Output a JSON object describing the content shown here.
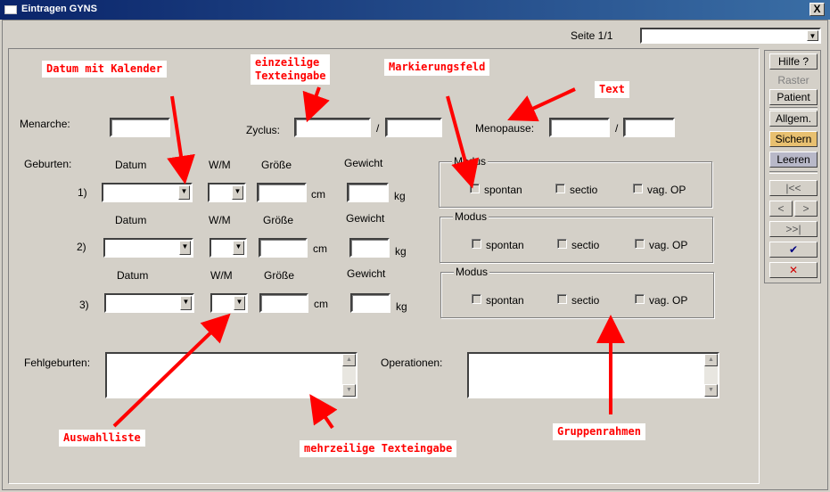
{
  "window": {
    "title": "Eintragen GYNS",
    "close_label": "X"
  },
  "page_indicator": "Seite 1/1",
  "page_select": {
    "value": ""
  },
  "sidebar": {
    "hilfe": "Hilfe ?",
    "raster": "Raster",
    "patient": "Patient",
    "allgem": "Allgem.",
    "sichern": "Sichern",
    "leeren": "Leeren",
    "first": "|<<",
    "prev": "<",
    "next": ">",
    "last": ">>|",
    "ok": "✔",
    "cancel": "✕",
    "colors": {
      "sichern_bg": "#e8c070",
      "leeren_bg": "#b8b8c8",
      "ok_color": "#000080",
      "cancel_color": "#d00000"
    }
  },
  "form": {
    "menarche_label": "Menarche:",
    "zyklus_label": "Zyclus:",
    "zyklus_sep": "/",
    "menopause_label": "Menopause:",
    "menopause_sep": "/",
    "geburten_label": "Geburten:",
    "col_datum": "Datum",
    "col_wm": "W/M",
    "col_groesse": "Größe",
    "col_gewicht": "Gewicht",
    "unit_cm": "cm",
    "unit_kg": "kg",
    "rows": [
      {
        "num": "1)",
        "modus_title": "Modus",
        "opt1": "spontan",
        "opt2": "sectio",
        "opt3": "vag. OP"
      },
      {
        "num": "2)",
        "modus_title": "Modus",
        "opt1": "spontan",
        "opt2": "sectio",
        "opt3": "vag. OP"
      },
      {
        "num": "3)",
        "modus_title": "Modus",
        "opt1": "spontan",
        "opt2": "sectio",
        "opt3": "vag. OP"
      }
    ],
    "fehlgeburten_label": "Fehlgeburten:",
    "operationen_label": "Operationen:"
  },
  "annotations": {
    "datum_kalender": "Datum mit Kalender",
    "einzeilige_1": "einzeilige",
    "einzeilige_2": "Texteingabe",
    "markierungsfeld": "Markierungsfeld",
    "text": "Text",
    "auswahlliste": "Auswahlliste",
    "mehrzeilige": "mehrzeilige Texteingabe",
    "gruppenrahmen": "Gruppenrahmen",
    "color": "#ff0000"
  }
}
